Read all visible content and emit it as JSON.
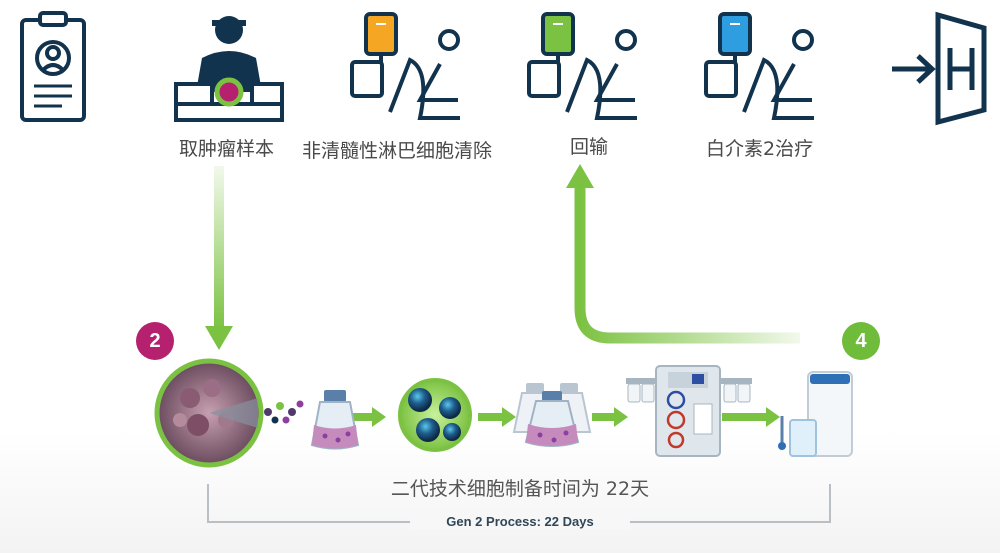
{
  "steps": {
    "tumor_sample": "取肿瘤样本",
    "lymphodepletion": "非清髓性淋巴细胞清除",
    "infusion": "回输",
    "il2_therapy": "白介素2治疗"
  },
  "process": {
    "caption": "二代技术细胞制备时间为 22天",
    "bracket_label": "Gen 2 Process: 22 Days"
  },
  "badges": {
    "left": "2",
    "right": "4"
  },
  "colors": {
    "navy": "#12334d",
    "arrow_green": "#7cc242",
    "badge_magenta": "#b5216f",
    "badge_green": "#6ebc3a",
    "bag_orange": "#f5a623",
    "bag_green": "#7cc242",
    "bag_blue": "#2f9ee0"
  },
  "icons": [
    "clipboard-profile-icon",
    "surgeon-biopsy-icon",
    "iv-chair-icon",
    "hospital-exit-icon",
    "tumor-icon",
    "culture-flask-icon",
    "cell-cluster-icon",
    "bioreactor-icon",
    "cryo-storage-icon"
  ]
}
